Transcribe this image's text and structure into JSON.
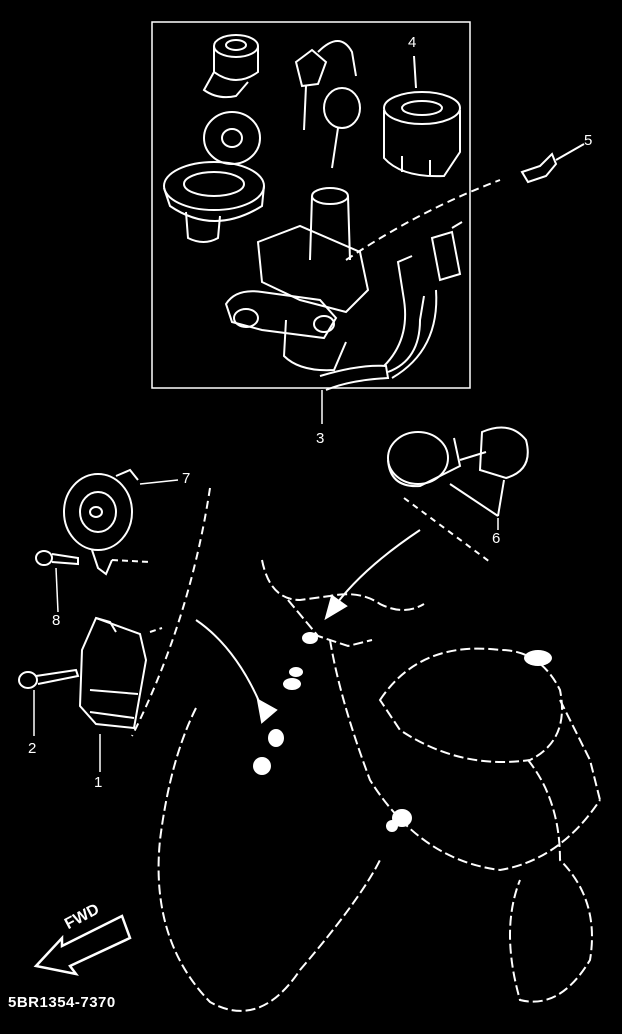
{
  "diagram": {
    "code": "5BR1354-7370",
    "fwd_label": "FWD",
    "callouts": [
      "1",
      "2",
      "3",
      "4",
      "5",
      "6",
      "7",
      "8"
    ]
  },
  "colors": {
    "background": "#000000",
    "line": "#ffffff"
  }
}
